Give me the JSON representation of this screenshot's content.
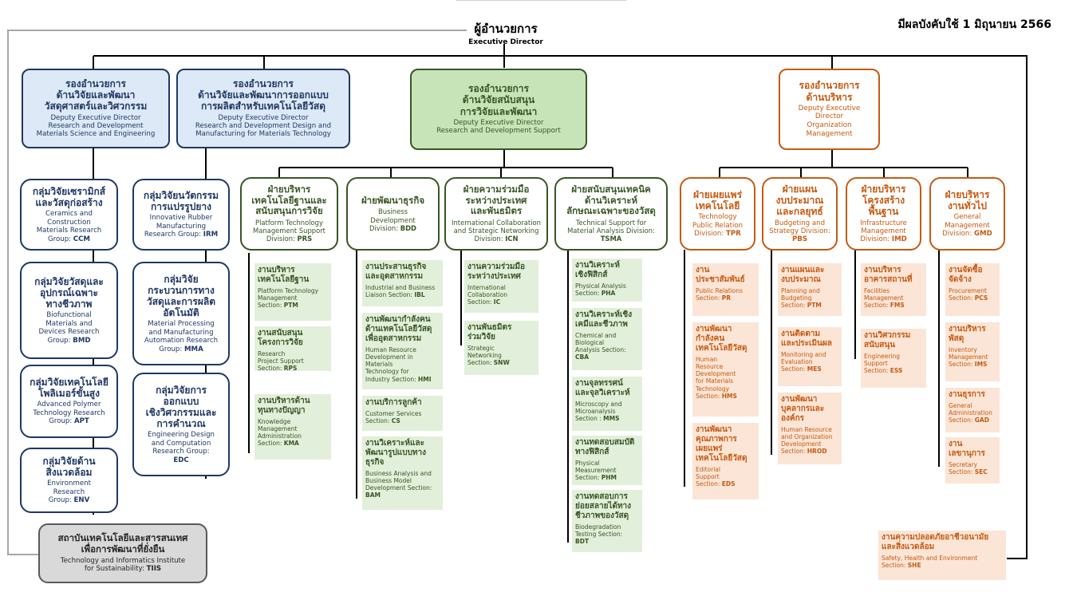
{
  "effective": "มีผลบังคับใช้ 1 มิถุนายน 2566",
  "director": {
    "th": "ผู้อำนวยการ",
    "en": "Executive Director"
  },
  "deputies": [
    {
      "th": "รองอำนวยการ\nด้านวิจัยและพัฒนา\nวัสดุศาสตร์และวิศวกรรม",
      "en": "Deputy Executive Director\nResearch and Development\nMaterials Science and Engineering"
    },
    {
      "th": "รองอำนวยการ\nด้านวิจัยและพัฒนาการออกแบบ\nการผลิตสำหรับเทคโนโลยีวัสดุ",
      "en": "Deputy Executive Director\nResearch and Development Design and\nManufacturing for Materials Technology"
    },
    {
      "th": "รองอำนวยการ\nด้านวิจัยสนับสนุน\nการวิจัยและพัฒนา",
      "en": "Deputy Executive Director\nResearch and Development Support"
    },
    {
      "th": "รองอำนวยการ\nด้านบริหาร",
      "en": "Deputy Executive\nDirector\nOrganization\nManagement"
    }
  ],
  "groups_a": [
    {
      "th": "กลุ่มวิจัยเซรามิกส์\nและวัสดุก่อสร้าง",
      "en": "Ceramics and\nConstruction\nMaterials Research\nGroup: ",
      "code": "CCM"
    },
    {
      "th": "กลุ่มวิจัยวัสดุและ\nอุปกรณ์เฉพาะ\nทางชีวภาพ",
      "en": "Biofunctional\nMaterials and\nDevices Research\nGroup: ",
      "code": "BMD"
    },
    {
      "th": "กลุ่มวิจัยเทคโนโลยี\nโพลิเมอร์ขั้นสูง",
      "en": "Advanced Polymer\nTechnology Research\nGroup: ",
      "code": "APT"
    },
    {
      "th": "กลุ่มวิจัยด้าน\nสิ่งแวดล้อม",
      "en": "Environment\nResearch\nGroup: ",
      "code": "ENV"
    }
  ],
  "groups_b": [
    {
      "th": "กลุ่มวิจัยนวัตกรรม\nการแปรรูปยาง",
      "en": "Innovative Rubber\nManufacturing\nResearch Group: ",
      "code": "IRM"
    },
    {
      "th": "กลุ่มวิจัย\nกระบวนการทาง\nวัสดุและการผลิต\nอัตโนมัติ",
      "en": "Material Processing\nand Manufacturing\nAutomation Research\nGroup: ",
      "code": "MMA"
    },
    {
      "th": "กลุ่มวิจัยการ\nออกแบบ\nเชิงวิศวกรรมและ\nการคำนวณ",
      "en": "Engineering Design\nand Computation\nResearch Group:\n",
      "code": "EDC"
    }
  ],
  "divisions_green": [
    {
      "th": "ฝ่ายบริหาร\nเทคโนโลยีฐานและ\nสนับสนุนการวิจัย",
      "en": "Platform Technology\nManagement Support\nDivision: ",
      "code": "PRS"
    },
    {
      "th": "ฝ่ายพัฒนาธุรกิจ",
      "en": "Business\nDevelopment\nDivision: ",
      "code": "BDD"
    },
    {
      "th": "ฝ่ายความร่วมมือ\nระหว่างประเทศ\nและพันธมิตร",
      "en": "International Collaboration\nand Strategic Networking\nDivision: ",
      "code": "ICN"
    },
    {
      "th": "ฝ่ายสนับสนุนเทคนิค\nด้านวิเคราะห์\nลักษณะเฉพาะของวัสดุ",
      "en": "Technical Support for\nMaterial Analysis Division:\n",
      "code": "TSMA"
    }
  ],
  "divisions_orange": [
    {
      "th": "ฝ่ายเผยแพร่\nเทคโนโลยี",
      "en": "Technology\nPublic Relation\nDivision: ",
      "code": "TPR"
    },
    {
      "th": "ฝ่ายแผน\nงบประมาณ\nและกลยุทธ์",
      "en": "Budgeting and\nStrategy Division:\n",
      "code": "PBS"
    },
    {
      "th": "ฝ่ายบริหาร\nโครงสร้าง\nพื้นฐาน",
      "en": "Infrastructure\nManagement\nDivision: ",
      "code": "IMD"
    },
    {
      "th": "ฝ่ายบริหาร\nงานทั่วไป",
      "en": "General\nManagement\nDivision: ",
      "code": "GMD"
    }
  ],
  "sections": {
    "prs": [
      {
        "th": "งานบริหาร\nเทคโนโลยีฐาน",
        "en": "Platform Technology\nManagement\nSection: ",
        "code": "PTM"
      },
      {
        "th": "งานสนับสนุน\nโครงการวิจัย",
        "en": "Research\nProject Support\nSection: ",
        "code": "RPS"
      },
      {
        "th": "งานบริหารด้าน\nทุนทางปัญญา",
        "en": "Knowledge\nManagement\nAdministration\nSection: ",
        "code": "KMA"
      }
    ],
    "bdd": [
      {
        "th": "งานประสานธุรกิจ\nและอุตสาหกรรม",
        "en": "Industrial and Business\nLiaison Section: ",
        "code": "IBL"
      },
      {
        "th": "งานพัฒนากำลังคน\nด้านเทคโนโลยีวัสดุ\nเพื่ออุตสาหกรรม",
        "en": "Human Resource\nDevelopment in\nMaterials\nTechnology for\nIndustry Section: ",
        "code": "HMI"
      },
      {
        "th": "งานบริการลูกค้า",
        "en": "Customer Services\nSection: ",
        "code": "CS"
      },
      {
        "th": "งานวิเคราะห์และ\nพัฒนารูปแบบทาง\nธุรกิจ",
        "en": "Business Analysis and\nBusiness Model\nDevelopment Section:\n",
        "code": "BAM"
      }
    ],
    "icn": [
      {
        "th": "งานความร่วมมือ\nระหว่างประเทศ",
        "en": "International\nCollaboration\nSection: ",
        "code": "IC"
      },
      {
        "th": "งานพันธมิตร\nร่วมวิจัย",
        "en": "Strategic\nNetworking\nSection: ",
        "code": "SNW"
      }
    ],
    "tsma": [
      {
        "th": "งานวิเคราะห์\nเชิงฟิสิกส์",
        "en": "Physical Analysis\nSection: ",
        "code": "PHA"
      },
      {
        "th": "งานวิเคราะห์เชิง\nเคมีและชีวภาพ",
        "en": "Chemical and\nBiological\nAnalysis Section:\n",
        "code": "CBA"
      },
      {
        "th": "งานจุลทรรศน์\nและจุลวิเคราะห์",
        "en": "Microscopy and\nMicroanalysis\nSection : ",
        "code": "MMS"
      },
      {
        "th": "งานทดสอบสมบัติ\nทางฟิสิกส์",
        "en": "Physical\nMeasurement\nSection: ",
        "code": "PHM"
      },
      {
        "th": "งานทดสอบการ\nย่อยสลายได้ทาง\nชีวภาพของวัสดุ",
        "en": "Biodegradation\nTesting Section:\n",
        "code": "BDT"
      }
    ],
    "tpr": [
      {
        "th": "งาน\nประชาสัมพันธ์",
        "en": "Public Relations\nSection: ",
        "code": "PR"
      },
      {
        "th": "งานพัฒนา\nกำลังคน\nเทคโนโลยีวัสดุ",
        "en": "Human\nResource\nDevelopment\nfor Materials\nTechnology\nSection: ",
        "code": "HMS"
      },
      {
        "th": "งานพัฒนา\nคุณภาพการ\nเผยแพร่\nเทคโนโลยีวัสดุ",
        "en": "Editorial\nSupport\nSection: ",
        "code": "EDS"
      }
    ],
    "pbs": [
      {
        "th": "งานแผนและ\nงบประมาณ",
        "en": "Planning and\nBudgeting\nSection: ",
        "code": "PTM"
      },
      {
        "th": "งานติดตาม\nและประเมินผล",
        "en": "Monitoring and\nEvaluation\nSection: ",
        "code": "MES"
      },
      {
        "th": "งานพัฒนา\nบุคลากรและ\nองค์กร",
        "en": "Human Resource\nand Organization\nDevelopment\nSection: ",
        "code": "HROD"
      }
    ],
    "imd": [
      {
        "th": "งานบริหาร\nอาคารสถานที่",
        "en": "Facilities\nManagement\nSection: ",
        "code": "FMS"
      },
      {
        "th": "งานวิศวกรรม\nสนับสนุน",
        "en": "Engineering\nSupport\nSection: ",
        "code": "ESS"
      }
    ],
    "gmd": [
      {
        "th": "งานจัดซื้อ\nจัดจ้าง",
        "en": "Procurement\nSection: ",
        "code": "PCS"
      },
      {
        "th": "งานบริหาร\nพัสดุ",
        "en": "Inventory\nManagement\nSection: ",
        "code": "IMS"
      },
      {
        "th": "งานธุรการ",
        "en": "General\nAdministration\nSection: ",
        "code": "GAD"
      },
      {
        "th": "งาน\nเลขานุการ",
        "en": "Secretary\nSection: ",
        "code": "SEC"
      }
    ]
  },
  "she": {
    "th": "งานความปลอดภัยอาชีวอนามัย\nและสิ่งแวดล้อม",
    "en": "Safety, Health and Environment\nSection: ",
    "code": "SHE"
  },
  "tiis": {
    "th": "สถาบันเทคโนโลยีและสารสนเทศ\nเพื่อการพัฒนาที่ยั่งยืน",
    "en": "Technology and Informatics Institute\nfor Sustainability: ",
    "code": "TIIS"
  }
}
